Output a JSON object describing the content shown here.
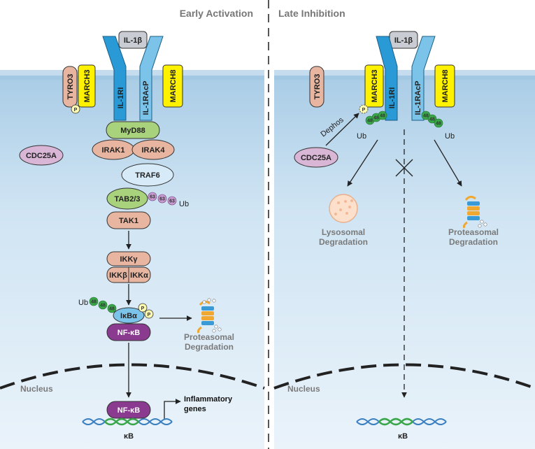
{
  "panels": {
    "left_title": "Early Activation",
    "right_title": "Late Inhibition"
  },
  "receptor": {
    "ligand": "IL-1β",
    "chain1": "IL-1RI",
    "chain2": "IL-1RAcP"
  },
  "proteins": {
    "tyro3": "TYRO3",
    "march3": "MARCH3",
    "march8": "MARCH8",
    "cdc25a": "CDC25A",
    "myd88": "MyD88",
    "irak1": "IRAK1",
    "irak4": "IRAK4",
    "traf6": "TRAF6",
    "tab23": "TAB2/3",
    "tak1": "TAK1",
    "ikkg": "IKKγ",
    "ikkb": "IKKβ",
    "ikka": "IKKα",
    "ikba": "IκBα",
    "nfkb": "NF-κB"
  },
  "marks": {
    "phospho": "P",
    "ub": "Ub",
    "k48": "48",
    "k63": "63",
    "kb": "κB",
    "dephos": "Dephos"
  },
  "labels": {
    "proteasomal_1": "Proteasomal",
    "proteasomal_2": "Degradation",
    "lysosomal_1": "Lysosomal",
    "lysosomal_2": "Degradation",
    "nucleus": "Nucleus",
    "genes_1": "Inflammatory",
    "genes_2": "genes"
  },
  "colors": {
    "cytoplasm": "#c6dff0",
    "receptor_dark": "#2a9ad6",
    "receptor_light": "#7cc3ea",
    "ligand": "#c9ccd2",
    "march": "#fff200",
    "tyro3": "#e8b5a0",
    "cdc25a": "#d9b6d6",
    "myd88": "#a8d37c",
    "irak": "#e8b5a0",
    "traf6": "#d6eaf8",
    "nfkb": "#8a3b8f",
    "k48": "#3aa84a",
    "k63": "#c79ad0",
    "phospho": "#fffbb0"
  }
}
